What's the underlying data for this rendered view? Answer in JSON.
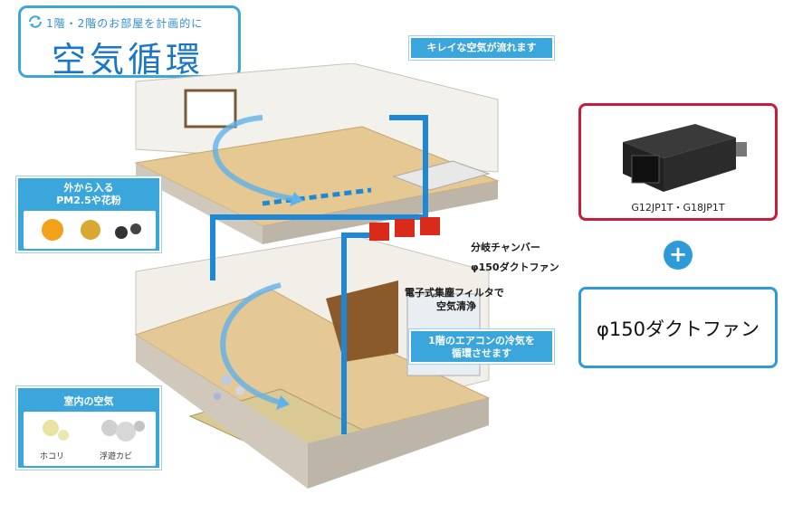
{
  "title": {
    "subtitle": "1階・2階のお部屋を計画的に",
    "main": "空気循環"
  },
  "callouts": {
    "clean_air": "キレイな空気が流れます",
    "pm": {
      "line1": "外から入る",
      "line2": "PM2.5や花粉"
    },
    "indoor": {
      "title": "室内の空気",
      "dust": "ホコリ",
      "mold": "浮遊カビ"
    },
    "ac": {
      "line1": "1階のエアコンの冷気を",
      "line2": "循環させます"
    }
  },
  "labels": {
    "chamber": "分岐チャンバー",
    "fan": "φ150ダクトファン",
    "filter_line1": "電子式集塵フィルタで",
    "filter_line2": "空気清浄"
  },
  "products": {
    "unit_model": "G12JP1T・G18JP1T",
    "plus": "+",
    "fan_name": "φ150ダクトファン"
  },
  "colors": {
    "accent": "#3aa6dc",
    "unit_border": "#c51d3a",
    "fan_border": "#2f9ad9",
    "duct": "#1e88d6",
    "chamber": "#d92a1c"
  }
}
